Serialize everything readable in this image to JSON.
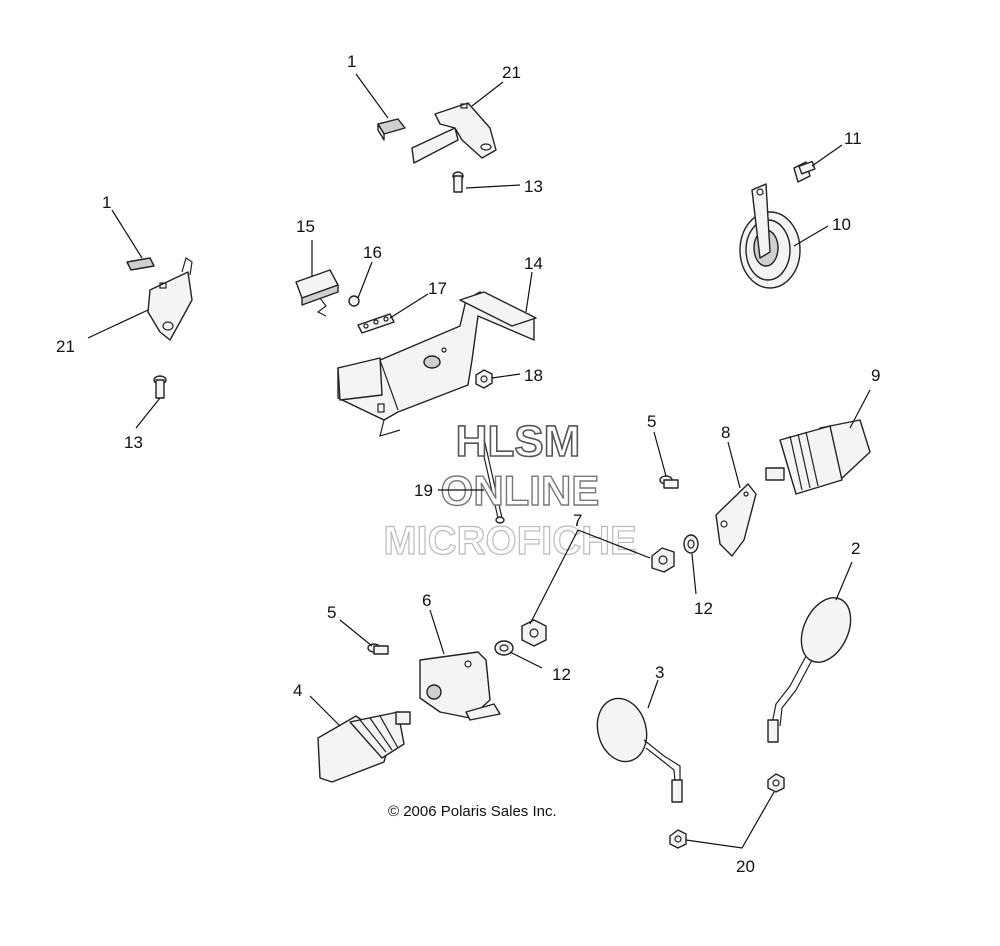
{
  "callouts": {
    "c1a": "1",
    "c21a": "21",
    "c13a": "13",
    "c11": "11",
    "c10": "10",
    "c1b": "1",
    "c21b": "21",
    "c13b": "13",
    "c15": "15",
    "c16": "16",
    "c17": "17",
    "c14": "14",
    "c18": "18",
    "c9": "9",
    "c5a": "5",
    "c8": "8",
    "c19": "19",
    "c7": "7",
    "c12a": "12",
    "c2": "2",
    "c5b": "5",
    "c6": "6",
    "c12b": "12",
    "c3": "3",
    "c4": "4",
    "c20": "20"
  },
  "watermark": {
    "line1": "HLSM",
    "line2": "ONLINE",
    "line3": "MICROFICHE"
  },
  "copyright": "© 2006 Polaris Sales Inc."
}
